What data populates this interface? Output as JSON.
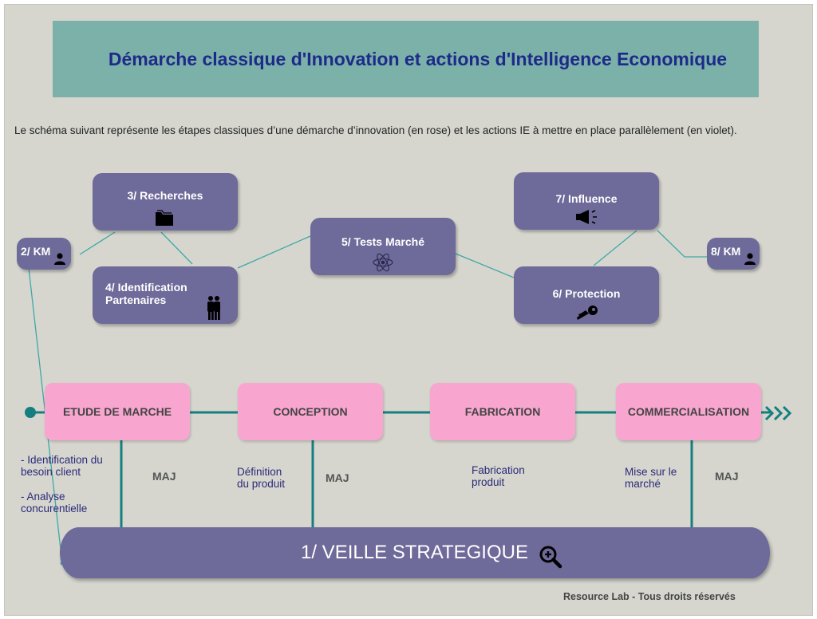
{
  "title": "Démarche classique d'Innovation et actions d'Intelligence Economique",
  "subtitle": "Le schéma suivant représente les étapes classiques d’une démarche d’innovation (en rose) et les actions IE à mettre en place parallèlement (en violet).",
  "colors": {
    "ie_box": "#6e6a99",
    "stage": "#f8a6cf",
    "connector": "#3fa8a8",
    "timeline": "#157f7f",
    "banner": "#7bb1a8",
    "title": "#1e2a8a"
  },
  "ie_actions": {
    "km_left": {
      "label": "2/ KM",
      "icon": "user-icon"
    },
    "recherches": {
      "label": "3/ Recherches",
      "icon": "folder-icon"
    },
    "partenaires": {
      "label_line1": "4/ Identification",
      "label_line2": "Partenaires",
      "icon": "people-icon"
    },
    "tests": {
      "label": "5/ Tests Marché",
      "icon": "atom-icon"
    },
    "influence": {
      "label": "7/ Influence",
      "icon": "megaphone-icon"
    },
    "protection": {
      "label": "6/ Protection",
      "icon": "key-icon"
    },
    "km_right": {
      "label": "8/ KM",
      "icon": "user-icon"
    }
  },
  "stages": [
    {
      "label": "ETUDE DE MARCHE"
    },
    {
      "label": "CONCEPTION"
    },
    {
      "label": "FABRICATION"
    },
    {
      "label": "COMMERCIALISATION"
    }
  ],
  "notes": {
    "besoin_line1": "- Identification du",
    "besoin_line2": "besoin client",
    "analyse_line1": "- Analyse",
    "analyse_line2": "concurentielle",
    "definition_line1": "Définition",
    "definition_line2": "du produit",
    "fabrication_line1": "Fabrication",
    "fabrication_line2": "produit",
    "mise_line1": "Mise sur le",
    "mise_line2": "marché"
  },
  "maj_label": "MAJ",
  "veille": {
    "label": "1/ VEILLE STRATEGIQUE",
    "icon": "zoom-in-icon"
  },
  "credit": "Resource Lab - Tous droits réservés"
}
